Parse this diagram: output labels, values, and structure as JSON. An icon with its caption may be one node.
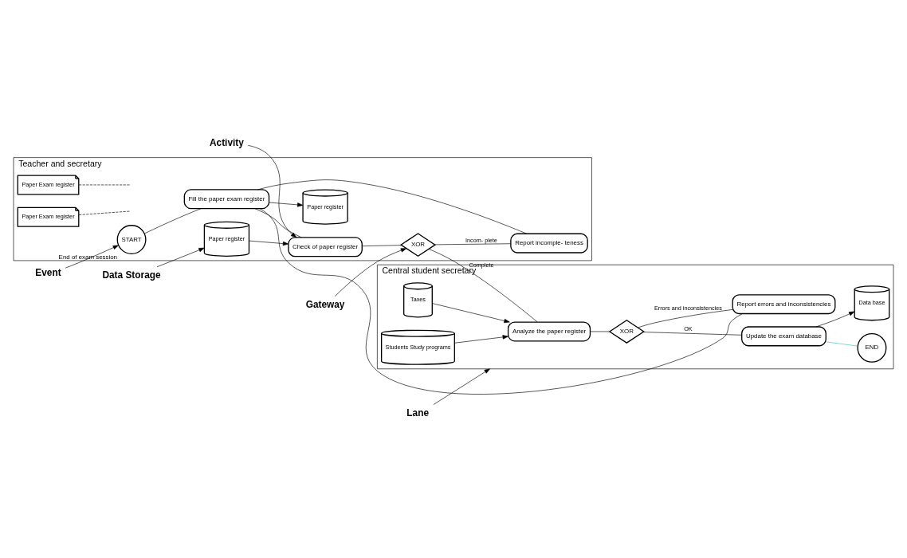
{
  "diagram": {
    "nodes": [
      {
        "text": [
          "Teacher and secretary"
        ]
      },
      {
        "text": [
          "START"
        ],
        "beside": [
          "End of exam session"
        ],
        "in": 0
      },
      {
        "text": [
          "Fill the paper exam register"
        ],
        "in": 0
      },
      {
        "text": [
          "Paper Exam register"
        ],
        "in": 0
      },
      {
        "text": [
          "Check of paper register"
        ],
        "in": 0
      },
      {
        "text": [
          "XOR"
        ],
        "in": 0
      },
      {
        "text": [
          "Paper register"
        ],
        "in": 0
      },
      {
        "text": [
          "Report incomple- teness"
        ],
        "in": 0
      },
      {
        "text": [
          "Paper register"
        ],
        "in": 0
      },
      {
        "text": [
          "Paper Exam register"
        ],
        "in": 0
      },
      {
        "text": [
          "Central student secretary"
        ]
      },
      {
        "text": [
          "Analyze the paper register"
        ],
        "in": 10
      },
      {
        "text": [
          "XOR"
        ],
        "in": 10
      },
      {
        "text": [
          "Update the exam database"
        ],
        "in": 10
      },
      {
        "text": [
          "END"
        ],
        "in": 10
      },
      {
        "text": [
          "Taxes"
        ],
        "in": 10
      },
      {
        "text": [
          "Students Study programs"
        ],
        "in": 10
      },
      {
        "text": [
          "Data base"
        ],
        "in": 10
      },
      {
        "text": [
          "Report errors and inconsistencies"
        ],
        "in": 10
      },
      {
        "text": [
          "Activity"
        ]
      },
      {
        "text": [
          "Gateway"
        ]
      },
      {
        "text": [
          "Event"
        ]
      },
      {
        "text": [
          "Data Storage"
        ]
      },
      {
        "text": [
          "Lane"
        ]
      }
    ],
    "edges": [
      {
        "from": 1,
        "to": 2,
        "arrow": "none"
      },
      {
        "from": 2,
        "to": 4,
        "arrow": "none"
      },
      {
        "from": 3,
        "to": null,
        "arrow": "none",
        "style": "dashed"
      },
      {
        "from": 2,
        "to": 6,
        "arrow": "to"
      },
      {
        "from": 8,
        "to": 4,
        "arrow": "to"
      },
      {
        "from": 4,
        "to": 5,
        "arrow": "none"
      },
      {
        "from": 5,
        "to": 11,
        "arrow": "none",
        "label": "Complete"
      },
      {
        "from": 9,
        "to": null,
        "arrow": "none",
        "style": "dashed"
      },
      {
        "from": 5,
        "to": 7,
        "arrow": "none",
        "label": "Incom- plete"
      },
      {
        "from": 7,
        "to": 2,
        "arrow": "none"
      },
      {
        "from": 15,
        "to": 11,
        "arrow": "to"
      },
      {
        "from": 16,
        "to": 11,
        "arrow": "to"
      },
      {
        "from": 11,
        "to": 12,
        "arrow": "none"
      },
      {
        "from": 12,
        "to": 13,
        "arrow": "none",
        "label": "OK"
      },
      {
        "from": 13,
        "to": 14,
        "arrow": "none",
        "color": "#33ccaa"
      },
      {
        "from": 13,
        "to": 17,
        "arrow": "to"
      },
      {
        "from": 12,
        "to": 18,
        "arrow": "none",
        "label": "Errors and inconsistencies"
      },
      {
        "from": 18,
        "to": 2,
        "arrow": "none"
      },
      {
        "from": 19,
        "to": 4,
        "arrow": "to"
      },
      {
        "from": 20,
        "to": 5,
        "arrow": "to"
      },
      {
        "from": 21,
        "to": 1,
        "arrow": "to"
      },
      {
        "from": 22,
        "to": 8,
        "arrow": "to"
      },
      {
        "from": 23,
        "to": 10,
        "arrow": "to"
      }
    ]
  }
}
